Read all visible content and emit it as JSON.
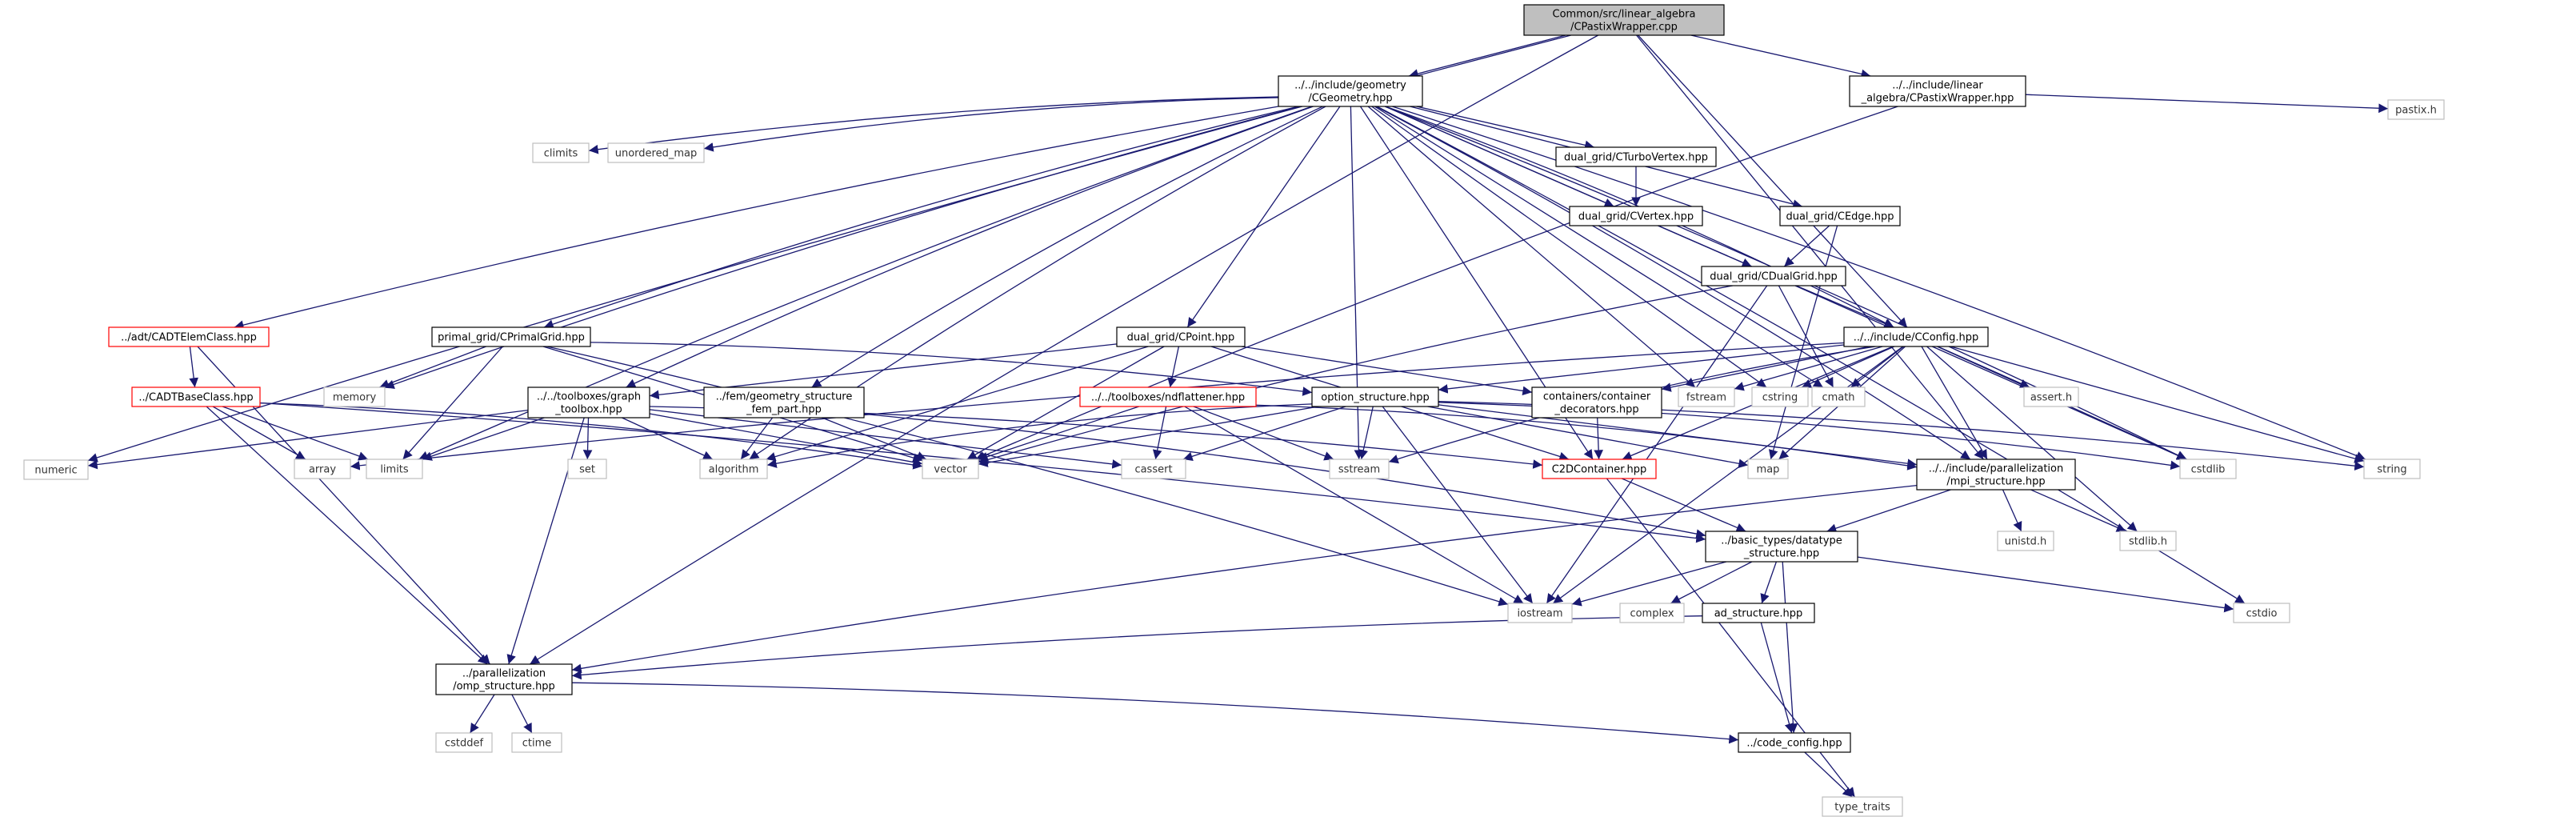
{
  "diagram": {
    "nodes": [
      {
        "id": "root",
        "lines": [
          "Common/src/linear_algebra",
          "/CPastixWrapper.cpp"
        ],
        "style": "root",
        "interactable": false
      },
      {
        "id": "cgeometry",
        "lines": [
          "../../include/geometry",
          "/CGeometry.hpp"
        ],
        "style": "black",
        "interactable": true
      },
      {
        "id": "cpastixhpp",
        "lines": [
          "../../include/linear",
          "_algebra/CPastixWrapper.hpp"
        ],
        "style": "black",
        "interactable": true
      },
      {
        "id": "pastix",
        "lines": [
          "pastix.h"
        ],
        "style": "gray",
        "interactable": false
      },
      {
        "id": "numeric",
        "lines": [
          "numeric"
        ],
        "style": "gray",
        "interactable": false
      },
      {
        "id": "climits",
        "lines": [
          "climits"
        ],
        "style": "gray",
        "interactable": false
      },
      {
        "id": "unordered_map",
        "lines": [
          "unordered_map"
        ],
        "style": "gray",
        "interactable": false
      },
      {
        "id": "cturbovertex",
        "lines": [
          "dual_grid/CTurboVertex.hpp"
        ],
        "style": "black",
        "interactable": true
      },
      {
        "id": "cvertex",
        "lines": [
          "dual_grid/CVertex.hpp"
        ],
        "style": "black",
        "interactable": true
      },
      {
        "id": "cedge",
        "lines": [
          "dual_grid/CEdge.hpp"
        ],
        "style": "black",
        "interactable": true
      },
      {
        "id": "cdualgrid",
        "lines": [
          "dual_grid/CDualGrid.hpp"
        ],
        "style": "black",
        "interactable": true
      },
      {
        "id": "cadtelem",
        "lines": [
          "../adt/CADTElemClass.hpp"
        ],
        "style": "red",
        "interactable": true
      },
      {
        "id": "cprimalgrid",
        "lines": [
          "primal_grid/CPrimalGrid.hpp"
        ],
        "style": "black",
        "interactable": true
      },
      {
        "id": "cpoint",
        "lines": [
          "dual_grid/CPoint.hpp"
        ],
        "style": "black",
        "interactable": true
      },
      {
        "id": "cconfig",
        "lines": [
          "../../include/CConfig.hpp"
        ],
        "style": "black",
        "interactable": true
      },
      {
        "id": "cadtbase",
        "lines": [
          "../CADTBaseClass.hpp"
        ],
        "style": "red",
        "interactable": true
      },
      {
        "id": "memory",
        "lines": [
          "memory"
        ],
        "style": "gray",
        "interactable": false
      },
      {
        "id": "graphtoolbox",
        "lines": [
          "../../toolboxes/graph",
          "_toolbox.hpp"
        ],
        "style": "black",
        "interactable": true
      },
      {
        "id": "femgeom",
        "lines": [
          "../fem/geometry_structure",
          "_fem_part.hpp"
        ],
        "style": "black",
        "interactable": true
      },
      {
        "id": "ndflattener",
        "lines": [
          "../../toolboxes/ndflattener.hpp"
        ],
        "style": "red",
        "interactable": true
      },
      {
        "id": "optionstruct",
        "lines": [
          "option_structure.hpp"
        ],
        "style": "black",
        "interactable": true
      },
      {
        "id": "containerdec",
        "lines": [
          "containers/container",
          "_decorators.hpp"
        ],
        "style": "black",
        "interactable": true
      },
      {
        "id": "fstream",
        "lines": [
          "fstream"
        ],
        "style": "gray",
        "interactable": false
      },
      {
        "id": "cstring",
        "lines": [
          "cstring"
        ],
        "style": "gray",
        "interactable": false
      },
      {
        "id": "cmath",
        "lines": [
          "cmath"
        ],
        "style": "gray",
        "interactable": false
      },
      {
        "id": "asserth",
        "lines": [
          "assert.h"
        ],
        "style": "gray",
        "interactable": false
      },
      {
        "id": "array",
        "lines": [
          "array"
        ],
        "style": "gray",
        "interactable": false
      },
      {
        "id": "limits",
        "lines": [
          "limits"
        ],
        "style": "gray",
        "interactable": false
      },
      {
        "id": "set",
        "lines": [
          "set"
        ],
        "style": "gray",
        "interactable": false
      },
      {
        "id": "algorithm",
        "lines": [
          "algorithm"
        ],
        "style": "gray",
        "interactable": false
      },
      {
        "id": "vector",
        "lines": [
          "vector"
        ],
        "style": "gray",
        "interactable": false
      },
      {
        "id": "cassert",
        "lines": [
          "cassert"
        ],
        "style": "gray",
        "interactable": false
      },
      {
        "id": "sstream",
        "lines": [
          "sstream"
        ],
        "style": "gray",
        "interactable": false
      },
      {
        "id": "c2dcontainer",
        "lines": [
          "C2DContainer.hpp"
        ],
        "style": "red",
        "interactable": true
      },
      {
        "id": "map",
        "lines": [
          "map"
        ],
        "style": "gray",
        "interactable": false
      },
      {
        "id": "mpistruct",
        "lines": [
          "../../include/parallelization",
          "/mpi_structure.hpp"
        ],
        "style": "black",
        "interactable": true
      },
      {
        "id": "cstdlib",
        "lines": [
          "cstdlib"
        ],
        "style": "gray",
        "interactable": false
      },
      {
        "id": "string",
        "lines": [
          "string"
        ],
        "style": "gray",
        "interactable": false
      },
      {
        "id": "unistdh",
        "lines": [
          "unistd.h"
        ],
        "style": "gray",
        "interactable": false
      },
      {
        "id": "stdlibh",
        "lines": [
          "stdlib.h"
        ],
        "style": "gray",
        "interactable": false
      },
      {
        "id": "datatype",
        "lines": [
          "../basic_types/datatype",
          "_structure.hpp"
        ],
        "style": "black",
        "interactable": true
      },
      {
        "id": "iostream",
        "lines": [
          "iostream"
        ],
        "style": "gray",
        "interactable": false
      },
      {
        "id": "complex",
        "lines": [
          "complex"
        ],
        "style": "gray",
        "interactable": false
      },
      {
        "id": "adstruct",
        "lines": [
          "ad_structure.hpp"
        ],
        "style": "black",
        "interactable": true
      },
      {
        "id": "cstdio",
        "lines": [
          "cstdio"
        ],
        "style": "gray",
        "interactable": false
      },
      {
        "id": "ompstruct",
        "lines": [
          "../parallelization",
          "/omp_structure.hpp"
        ],
        "style": "black",
        "interactable": true
      },
      {
        "id": "cstddef",
        "lines": [
          "cstddef"
        ],
        "style": "gray",
        "interactable": false
      },
      {
        "id": "ctime",
        "lines": [
          "ctime"
        ],
        "style": "gray",
        "interactable": false
      },
      {
        "id": "codeconfig",
        "lines": [
          "../code_config.hpp"
        ],
        "style": "black",
        "interactable": true
      },
      {
        "id": "typetraits",
        "lines": [
          "type_traits"
        ],
        "style": "gray",
        "interactable": false
      }
    ],
    "edges": [
      [
        "root",
        "cgeometry"
      ],
      [
        "root",
        "cpastixhpp"
      ],
      [
        "root",
        "numeric"
      ],
      [
        "root",
        "ompstruct"
      ],
      [
        "root",
        "cconfig"
      ],
      [
        "root",
        "mpistruct"
      ],
      [
        "cpastixhpp",
        "pastix"
      ],
      [
        "cpastixhpp",
        "vector"
      ],
      [
        "cgeometry",
        "climits"
      ],
      [
        "cgeometry",
        "unordered_map"
      ],
      [
        "cgeometry",
        "cturbovertex"
      ],
      [
        "cgeometry",
        "cvertex"
      ],
      [
        "cgeometry",
        "cedge"
      ],
      [
        "cgeometry",
        "cdualgrid"
      ],
      [
        "cgeometry",
        "cadtelem"
      ],
      [
        "cgeometry",
        "cprimalgrid"
      ],
      [
        "cgeometry",
        "cpoint"
      ],
      [
        "cgeometry",
        "cconfig"
      ],
      [
        "cgeometry",
        "memory"
      ],
      [
        "cgeometry",
        "graphtoolbox"
      ],
      [
        "cgeometry",
        "femgeom"
      ],
      [
        "cgeometry",
        "limits"
      ],
      [
        "cgeometry",
        "algorithm"
      ],
      [
        "cgeometry",
        "sstream"
      ],
      [
        "cgeometry",
        "fstream"
      ],
      [
        "cgeometry",
        "cstring"
      ],
      [
        "cgeometry",
        "cmath"
      ],
      [
        "cgeometry",
        "mpistruct"
      ],
      [
        "cgeometry",
        "cstdlib"
      ],
      [
        "cgeometry",
        "string"
      ],
      [
        "cgeometry",
        "cstdio"
      ],
      [
        "cgeometry",
        "c2dcontainer"
      ],
      [
        "cturbovertex",
        "cvertex"
      ],
      [
        "cvertex",
        "cdualgrid"
      ],
      [
        "cedge",
        "cdualgrid"
      ],
      [
        "cedge",
        "map"
      ],
      [
        "cdualgrid",
        "cconfig"
      ],
      [
        "cdualgrid",
        "vector"
      ],
      [
        "cdualgrid",
        "cmath"
      ],
      [
        "cdualgrid",
        "cstdlib"
      ],
      [
        "cdualgrid",
        "iostream"
      ],
      [
        "cadtelem",
        "cadtbase"
      ],
      [
        "cadtelem",
        "ompstruct"
      ],
      [
        "cadtbase",
        "array"
      ],
      [
        "cadtbase",
        "vector"
      ],
      [
        "cadtbase",
        "ompstruct"
      ],
      [
        "cadtbase",
        "datatype"
      ],
      [
        "cadtbase",
        "limits"
      ],
      [
        "cprimalgrid",
        "memory"
      ],
      [
        "cprimalgrid",
        "limits"
      ],
      [
        "cprimalgrid",
        "vector"
      ],
      [
        "cprimalgrid",
        "iostream"
      ],
      [
        "cprimalgrid",
        "optionstruct"
      ],
      [
        "cpoint",
        "graphtoolbox"
      ],
      [
        "cpoint",
        "ndflattener"
      ],
      [
        "cpoint",
        "vector"
      ],
      [
        "cpoint",
        "algorithm"
      ],
      [
        "cpoint",
        "containerdec"
      ],
      [
        "cpoint",
        "c2dcontainer"
      ],
      [
        "cconfig",
        "optionstruct"
      ],
      [
        "cconfig",
        "containerdec"
      ],
      [
        "cconfig",
        "fstream"
      ],
      [
        "cconfig",
        "cstring"
      ],
      [
        "cconfig",
        "cmath"
      ],
      [
        "cconfig",
        "asserth"
      ],
      [
        "cconfig",
        "mpistruct"
      ],
      [
        "cconfig",
        "stdlibh"
      ],
      [
        "cconfig",
        "cstdlib"
      ],
      [
        "cconfig",
        "string"
      ],
      [
        "cconfig",
        "iostream"
      ],
      [
        "cconfig",
        "array"
      ],
      [
        "cconfig",
        "sstream"
      ],
      [
        "cconfig",
        "map"
      ],
      [
        "cconfig",
        "c2dcontainer"
      ],
      [
        "graphtoolbox",
        "numeric"
      ],
      [
        "graphtoolbox",
        "limits"
      ],
      [
        "graphtoolbox",
        "set"
      ],
      [
        "graphtoolbox",
        "algorithm"
      ],
      [
        "graphtoolbox",
        "vector"
      ],
      [
        "graphtoolbox",
        "cassert"
      ],
      [
        "graphtoolbox",
        "ompstruct"
      ],
      [
        "graphtoolbox",
        "c2dcontainer"
      ],
      [
        "femgeom",
        "algorithm"
      ],
      [
        "femgeom",
        "vector"
      ],
      [
        "femgeom",
        "datatype"
      ],
      [
        "ndflattener",
        "vector"
      ],
      [
        "ndflattener",
        "cassert"
      ],
      [
        "ndflattener",
        "sstream"
      ],
      [
        "ndflattener",
        "iostream"
      ],
      [
        "ndflattener",
        "mpistruct"
      ],
      [
        "optionstruct",
        "vector"
      ],
      [
        "optionstruct",
        "cassert"
      ],
      [
        "optionstruct",
        "sstream"
      ],
      [
        "optionstruct",
        "iostream"
      ],
      [
        "optionstruct",
        "map"
      ],
      [
        "optionstruct",
        "mpistruct"
      ],
      [
        "optionstruct",
        "string"
      ],
      [
        "optionstruct",
        "cstdlib"
      ],
      [
        "optionstruct",
        "algorithm"
      ],
      [
        "containerdec",
        "c2dcontainer"
      ],
      [
        "c2dcontainer",
        "datatype"
      ],
      [
        "c2dcontainer",
        "typetraits"
      ],
      [
        "mpistruct",
        "datatype"
      ],
      [
        "mpistruct",
        "unistdh"
      ],
      [
        "mpistruct",
        "stdlibh"
      ],
      [
        "mpistruct",
        "ompstruct"
      ],
      [
        "datatype",
        "iostream"
      ],
      [
        "datatype",
        "complex"
      ],
      [
        "datatype",
        "cstdio"
      ],
      [
        "datatype",
        "adstruct"
      ],
      [
        "datatype",
        "codeconfig"
      ],
      [
        "adstruct",
        "ompstruct"
      ],
      [
        "adstruct",
        "codeconfig"
      ],
      [
        "ompstruct",
        "cstddef"
      ],
      [
        "ompstruct",
        "ctime"
      ],
      [
        "ompstruct",
        "codeconfig"
      ],
      [
        "codeconfig",
        "typetraits"
      ]
    ]
  }
}
